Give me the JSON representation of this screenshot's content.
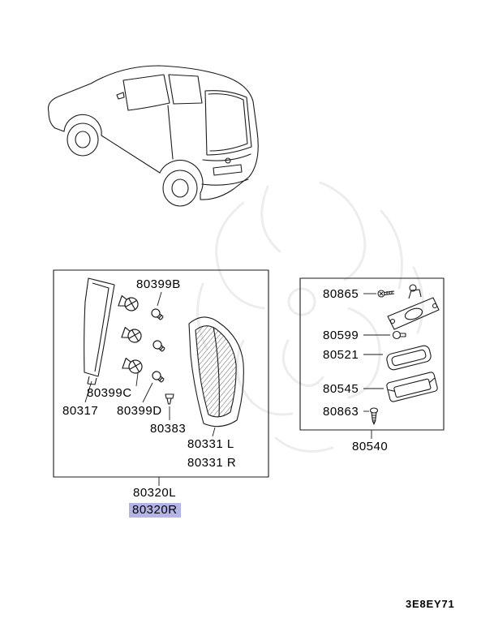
{
  "page": {
    "drawing_code": "3E8EY71",
    "background_color": "#ffffff",
    "line_color": "#1b1b1b",
    "watermark_color": "#c4c4c4"
  },
  "tail_lamp_assembly": {
    "part_labels": {
      "socket_b": "80399B",
      "socket_c": "80399C",
      "gasket": "80317",
      "socket_d": "80399D",
      "screw": "80383",
      "lens_left": "80331 L",
      "lens_right": "80331 R"
    },
    "assembly_left": "80320L",
    "assembly_right": "80320R",
    "highlighted_part": "80320R",
    "highlight_color": "#b4b5e6"
  },
  "license_lamp_assembly": {
    "part_labels": {
      "screw_upper": "80865",
      "bulb": "80599",
      "packing": "80521",
      "lens": "80545",
      "screw_lower": "80863"
    },
    "assembly": "80540"
  }
}
